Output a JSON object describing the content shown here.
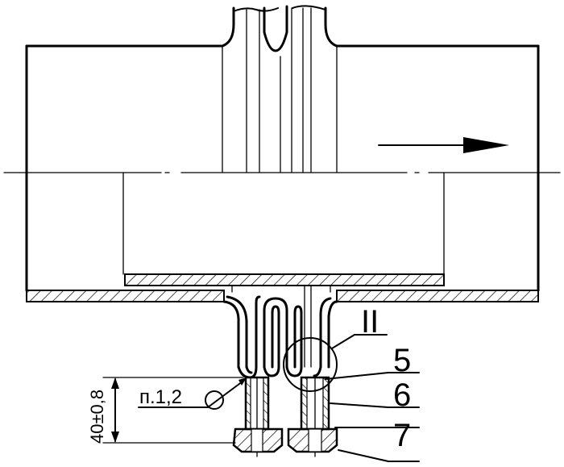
{
  "callouts": {
    "detail": "II",
    "part5": "5",
    "part6": "6",
    "part7": "7",
    "note": "п.1,2"
  },
  "dimension": {
    "text": "40±0,8"
  },
  "colors": {
    "line": "#000000",
    "background": "#ffffff"
  },
  "icons": [
    "flow-direction-arrow-icon",
    "weld-symbol-icon"
  ]
}
